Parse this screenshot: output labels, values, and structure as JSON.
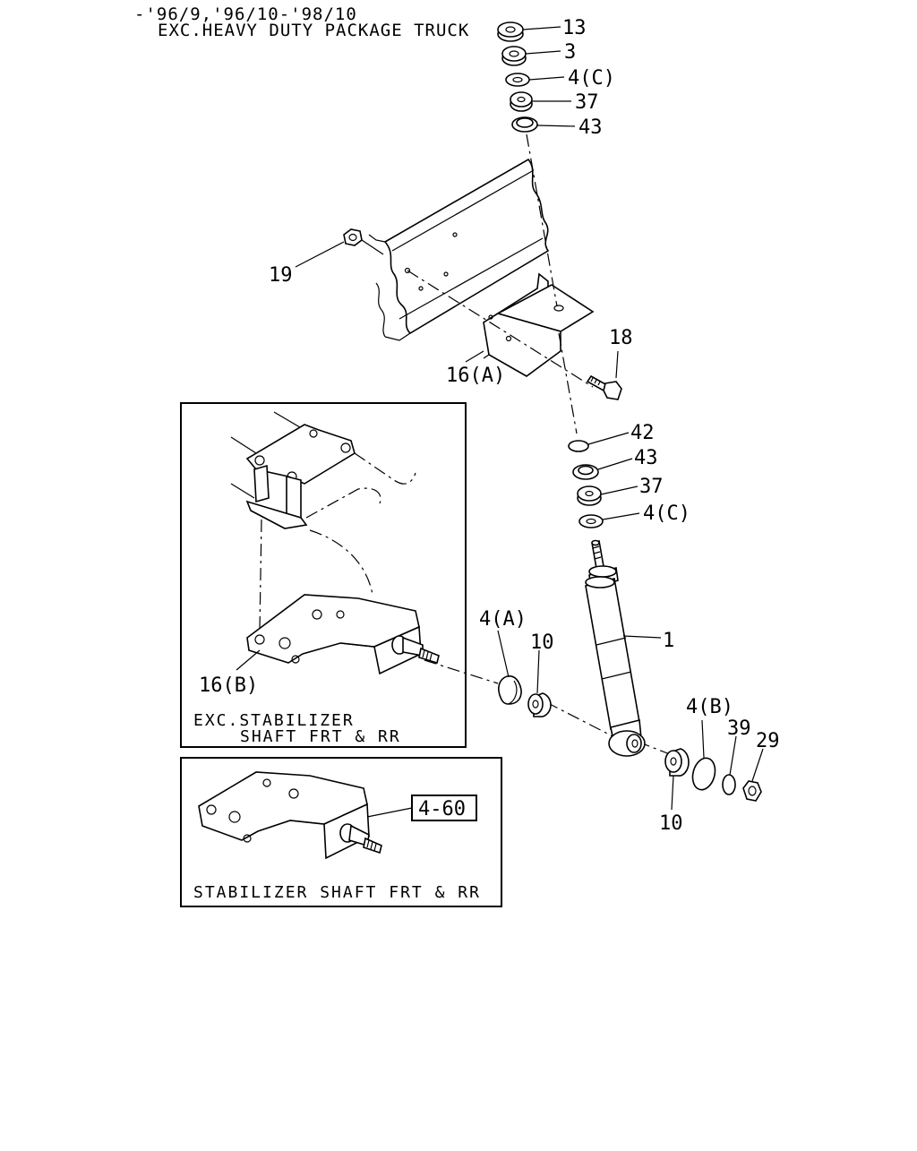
{
  "header": {
    "line1": "-'96/9,'96/10-'98/10",
    "line2": "EXC.HEAVY DUTY PACKAGE TRUCK"
  },
  "callouts": {
    "p13": "13",
    "p3": "3",
    "p4c_top": "4(C)",
    "p37_top": "37",
    "p43_top": "43",
    "p19": "19",
    "p18": "18",
    "p16a": "16(A)",
    "p42": "42",
    "p43_bottom": "43",
    "p37_bottom": "37",
    "p4c_bottom": "4(C)",
    "p1": "1",
    "p4a": "4(A)",
    "p10_left": "10",
    "p4b": "4(B)",
    "p39": "39",
    "p29": "29",
    "p10_bottom": "10",
    "p16b": "16(B)"
  },
  "inset_exc": {
    "caption_line1": "EXC.STABILIZER",
    "caption_line2": "SHAFT FRT & RR"
  },
  "inset_stab": {
    "ref": "4-60",
    "caption": "STABILIZER SHAFT FRT & RR"
  }
}
